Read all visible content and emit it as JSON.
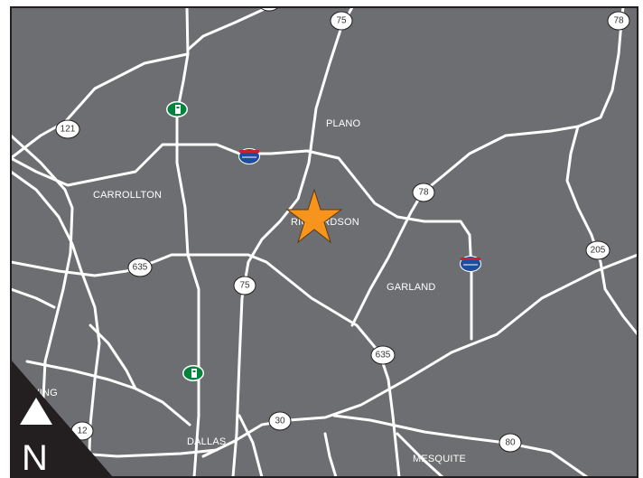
{
  "map": {
    "background_color": "#6d6e71",
    "road_color": "#ffffff",
    "border_color": "#231f20",
    "marker_color": "#f7941d",
    "cities": {
      "plano": "PLANO",
      "carrollton": "CARROLLTON",
      "richardson": "RICHARDSON",
      "garland": "GARLAND",
      "irving": "IRVING",
      "dallas": "DALLAS",
      "mesquite": "MESQUITE"
    },
    "shields": {
      "us75_north": "75",
      "us78_ne": "78",
      "sh121": "121",
      "sh78": "78",
      "i635_west": "635",
      "us75_mid": "75",
      "sh205": "205",
      "i635_east": "635",
      "i30": "30",
      "us80": "80",
      "loop12": "12"
    },
    "icons": {
      "tollway_top": "toll-road-shield-icon",
      "tollway_bottom": "toll-road-shield-icon",
      "pgbt_top": "george-bush-turnpike-shield-icon",
      "pgbt_right": "george-bush-turnpike-shield-icon",
      "marker": "star-marker-icon",
      "compass": "north-arrow-icon"
    },
    "compass_letter": "N"
  }
}
